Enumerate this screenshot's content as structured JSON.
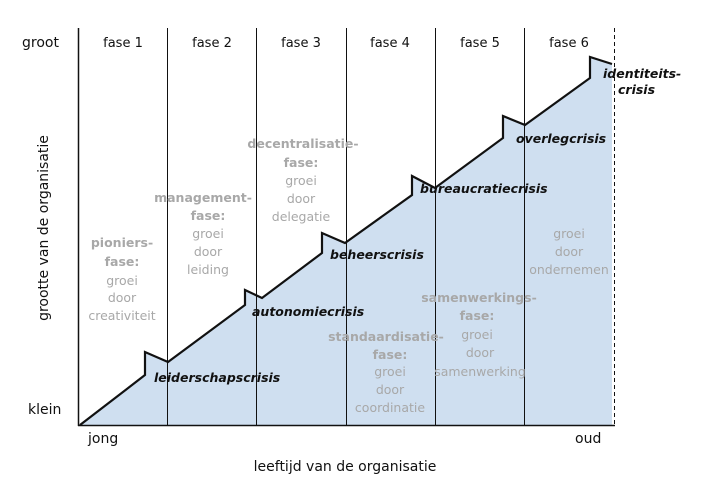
{
  "colors": {
    "fill": "#cfdff0",
    "line": "#111111",
    "growth_text": "#a8a8a8"
  },
  "axes": {
    "y_label": "grootte van de organisatie",
    "y_top": "groot",
    "y_bottom": "klein",
    "x_label": "leeftijd van de organisatie",
    "x_left": "jong",
    "x_right": "oud"
  },
  "phases": [
    "fase 1",
    "fase 2",
    "fase 3",
    "fase 4",
    "fase 5",
    "fase 6"
  ],
  "crises": [
    {
      "line1": "leiderschapscrisis",
      "line2": ""
    },
    {
      "line1": "autonomiecrisis",
      "line2": ""
    },
    {
      "line1": "beheerscrisis",
      "line2": ""
    },
    {
      "line1": "bureaucratiecrisis",
      "line2": ""
    },
    {
      "line1": "overlegcrisis",
      "line2": ""
    },
    {
      "line1": "identiteits-",
      "line2": "crisis"
    }
  ],
  "growth_phases": [
    {
      "title": [
        "pioniers-",
        "fase:"
      ],
      "desc": [
        "groei",
        "door",
        "creativiteit"
      ]
    },
    {
      "title": [
        "management-",
        "fase:"
      ],
      "desc": [
        "groei",
        "door",
        "leiding"
      ]
    },
    {
      "title": [
        "decentralisatie-",
        "fase:"
      ],
      "desc": [
        "groei",
        "door",
        "delegatie"
      ]
    },
    {
      "title": [
        "standaardisatie-",
        "fase:"
      ],
      "desc": [
        "groei",
        "door",
        "coordinatie"
      ]
    },
    {
      "title": [
        "samenwerkings-",
        "fase:"
      ],
      "desc": [
        "groei",
        "door",
        "samenwerking"
      ]
    },
    {
      "title": [],
      "desc": [
        "groei",
        "door",
        "ondernemen"
      ]
    }
  ]
}
